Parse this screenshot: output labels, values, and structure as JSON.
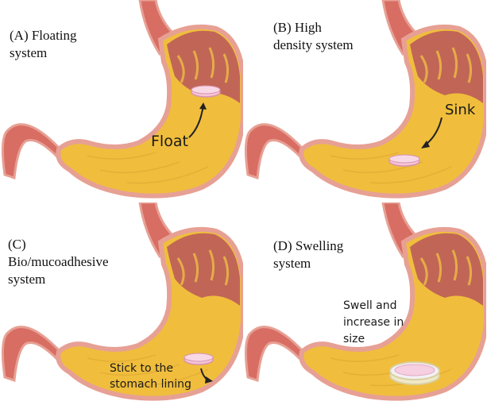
{
  "panels": [
    {
      "id": "A",
      "label": "(A) Floating\nsystem",
      "annotation": "Float"
    },
    {
      "id": "B",
      "label": "(B) High\ndensity system",
      "annotation": "Sink"
    },
    {
      "id": "C",
      "label": "(C)\nBio/mucoadhesive\nsystem",
      "annotation": "Stick to the\nstomach lining"
    },
    {
      "id": "D",
      "label": "(D) Swelling\nsystem",
      "annotation": "Swell and\nincrease in\nsize"
    }
  ],
  "colors": {
    "stomach_outline": "#e7a094",
    "stomach_fill": "#f0be3c",
    "mucosa": "#b9575a",
    "esophagus": "#d86d63",
    "tablet": "#f4c6d8",
    "tablet_edge": "#d892b0"
  }
}
